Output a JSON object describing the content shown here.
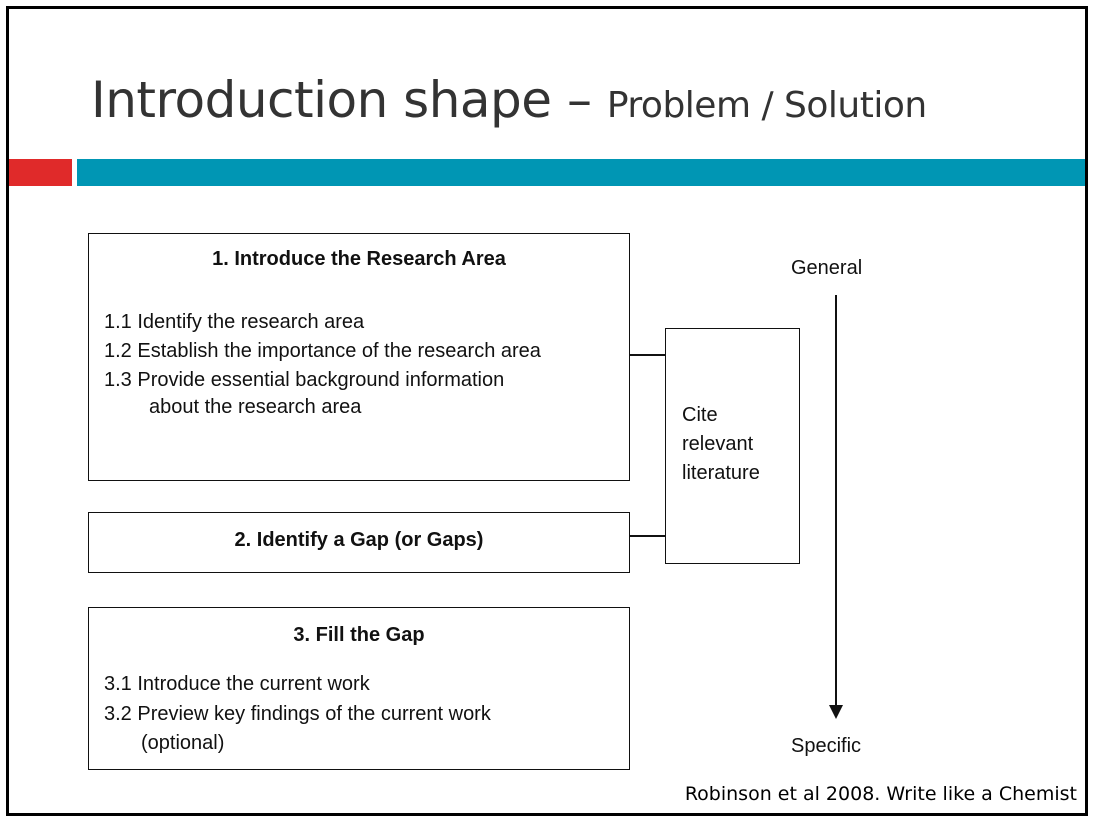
{
  "slide": {
    "title_main": "Introduction shape – ",
    "title_sub": "Problem / Solution",
    "accent_red": "#e02a2a",
    "accent_teal": "#0096b4"
  },
  "diagram": {
    "box1": {
      "heading": "1. Introduce the Research Area",
      "items": [
        "1.1 Identify the research area",
        "1.2 Establish the importance of the research area",
        "1.3 Provide essential background information",
        "about the research area"
      ]
    },
    "box2": {
      "heading": "2. Identify a Gap (or Gaps)"
    },
    "box3": {
      "heading": "3. Fill the Gap",
      "items": [
        "3.1 Introduce the current work",
        "3.2 Preview key findings of the current work",
        "(optional)"
      ]
    },
    "cite_box": {
      "lines": [
        "Cite",
        "relevant",
        "literature"
      ]
    },
    "scale": {
      "top": "General",
      "bottom": "Specific"
    }
  },
  "citation": "Robinson et al 2008. Write like a Chemist"
}
